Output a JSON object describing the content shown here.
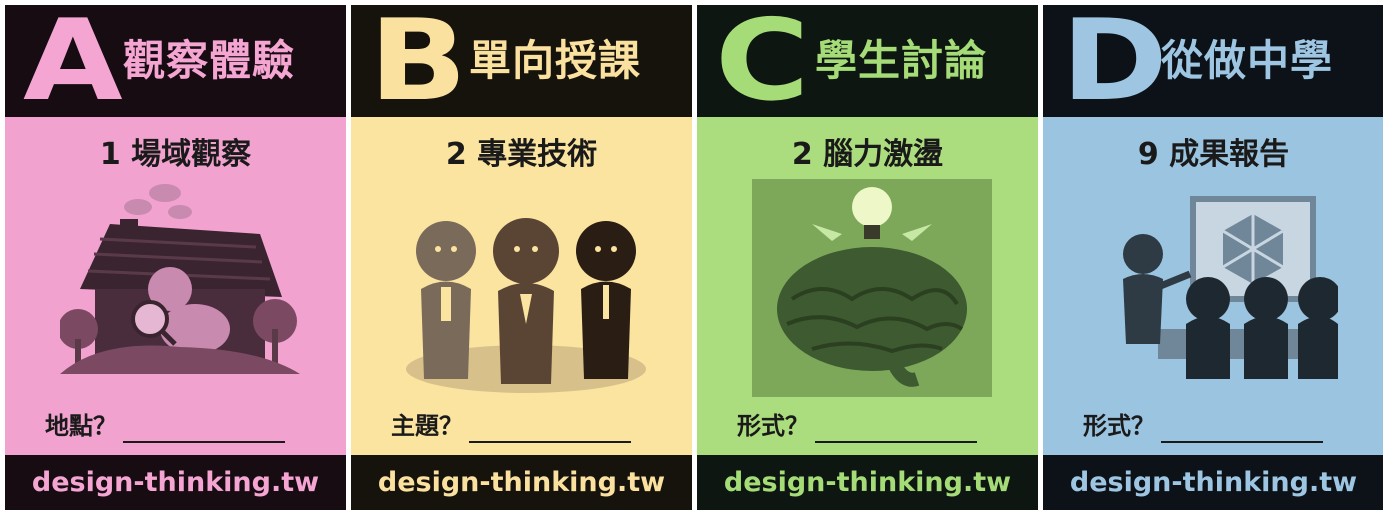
{
  "cards": [
    {
      "letter": "A",
      "title": "觀察體驗",
      "subtitle": "1 場域觀察",
      "field_label": "地點？",
      "footer": "design-thinking.tw",
      "illustration_icon": "house-observer-icon",
      "colors": {
        "accent": "#f4a5d2",
        "dark": "#170c12"
      }
    },
    {
      "letter": "B",
      "title": "單向授課",
      "subtitle": "2 專業技術",
      "field_label": "主題？",
      "footer": "design-thinking.tw",
      "illustration_icon": "three-experts-icon",
      "colors": {
        "accent": "#fbe1a0",
        "dark": "#16130c"
      }
    },
    {
      "letter": "C",
      "title": "學生討論",
      "subtitle": "2 腦力激盪",
      "field_label": "形式？",
      "footer": "design-thinking.tw",
      "illustration_icon": "brain-lightbulb-icon",
      "colors": {
        "accent": "#a5dc78",
        "dark": "#0d1611"
      }
    },
    {
      "letter": "D",
      "title": "從做中學",
      "subtitle": "9 成果報告",
      "field_label": "形式？",
      "footer": "design-thinking.tw",
      "illustration_icon": "presentation-audience-icon",
      "colors": {
        "accent": "#9ec6e2",
        "dark": "#0c1218"
      }
    }
  ]
}
